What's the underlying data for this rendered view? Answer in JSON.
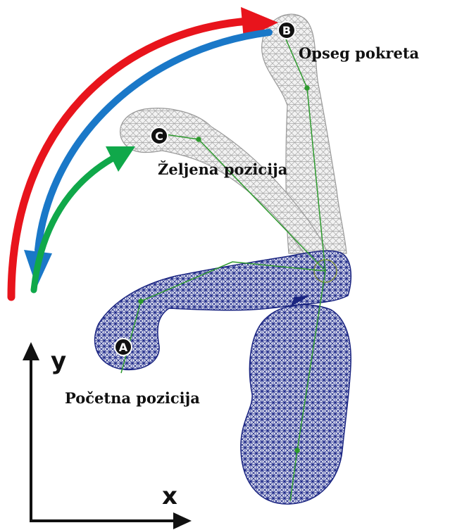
{
  "points": {
    "a": {
      "letter": "A",
      "caption": "Početna pozicija"
    },
    "b": {
      "letter": "B",
      "caption": "Opseg pokreta"
    },
    "c": {
      "letter": "C",
      "caption": "Željena pozicija"
    }
  },
  "axes": {
    "x_label": "x",
    "y_label": "y"
  },
  "colors": {
    "range_arrow": "#e8141c",
    "return_arrow": "#1a78c8",
    "desired_arrow": "#10a84a",
    "mesh_start": "#1f2a8a",
    "mesh_ghost": "#bdbdbd",
    "skeleton": "#2e9a2e"
  }
}
